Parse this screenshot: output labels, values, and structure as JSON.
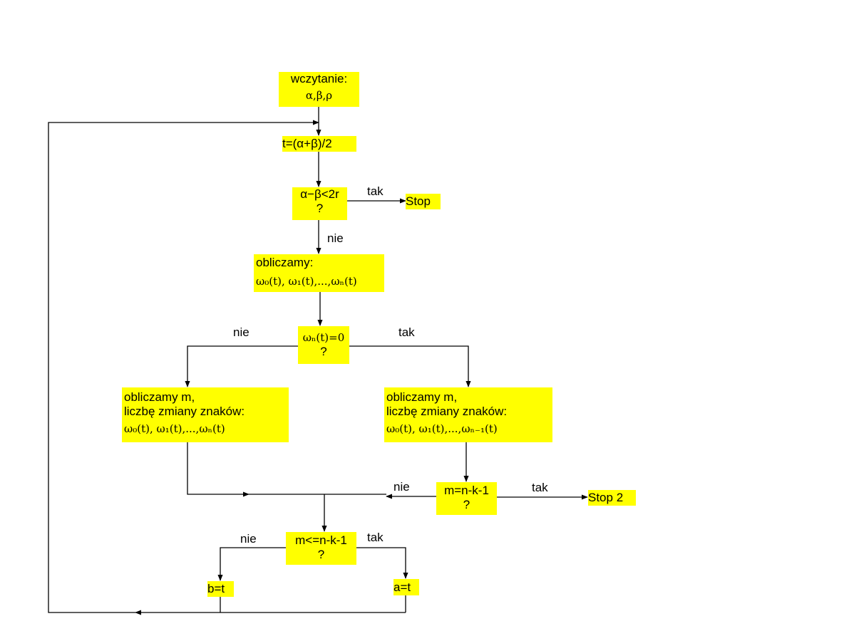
{
  "nodes": {
    "read": {
      "line1": "wczytanie:",
      "line2": "α,β,ρ"
    },
    "t_mid": {
      "text": "t=(α+β)/2"
    },
    "cond_interval": {
      "line1": "α−β<2r",
      "line2": "?"
    },
    "stop": {
      "text": "Stop"
    },
    "compute": {
      "line1": "obliczamy:",
      "line2": "ω₀(t), ω₁(t),...,ωₙ(t)"
    },
    "cond_wn": {
      "line1": "ωₙ(t)=0",
      "line2": "?"
    },
    "count_left": {
      "line1": "obliczamy m,",
      "line2": "liczbę zmiany znaków:",
      "line3": "ω₀(t), ω₁(t),...,ωₙ(t)"
    },
    "count_right": {
      "line1": "obliczamy m,",
      "line2": "liczbę zmiany znaków:",
      "line3": "ω₀(t), ω₁(t),...,ωₙ₋₁(t)"
    },
    "cond_m_eq": {
      "line1": "m=n-k-1",
      "line2": "?"
    },
    "stop2": {
      "text": "Stop 2"
    },
    "cond_m_le": {
      "line1": "m<=n-k-1",
      "line2": "?"
    },
    "b_eq_t": {
      "text": "b=t"
    },
    "a_eq_t": {
      "text": "a=t"
    }
  },
  "labels": {
    "tak": "tak",
    "nie": "nie"
  },
  "colors": {
    "box_fill": "#ffff00",
    "line": "#000000",
    "background": "#ffffff"
  }
}
